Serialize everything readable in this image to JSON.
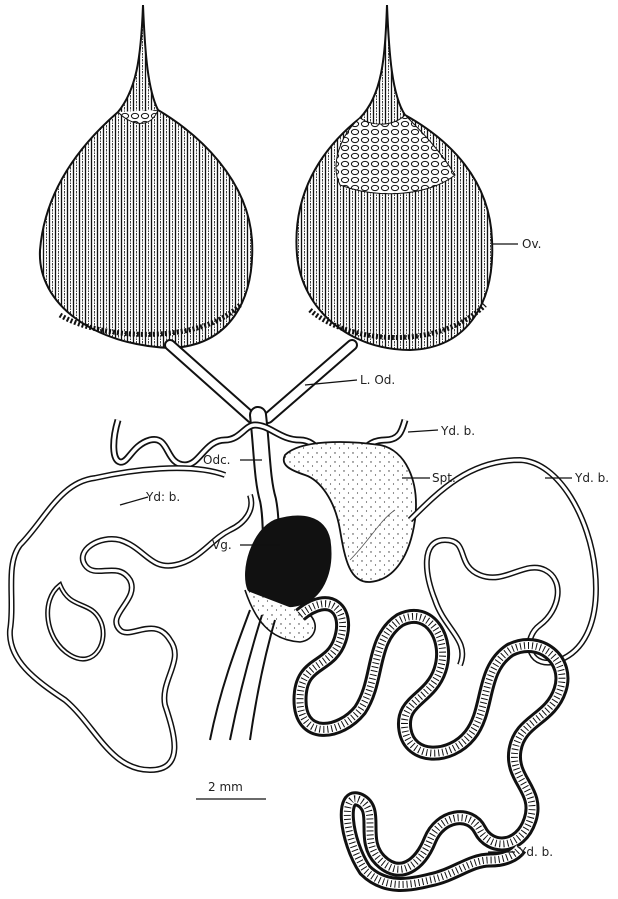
{
  "labels": {
    "ovary": "Ov.",
    "lateral_oviduct": "L. Od.",
    "yolk_duct_top_center": "Yd. b.",
    "yolk_duct_top_right": "Yd. b.",
    "yolk_duct_left": "Yd: b.",
    "yolk_duct_bottom": "Yd. b.",
    "common_oviduct": "Odc.",
    "spermatheca": "Spt.",
    "vagina": "Vg."
  },
  "scale_bar": {
    "label": "2 mm"
  },
  "colors": {
    "ink": "#111111",
    "paper": "#ffffff"
  }
}
